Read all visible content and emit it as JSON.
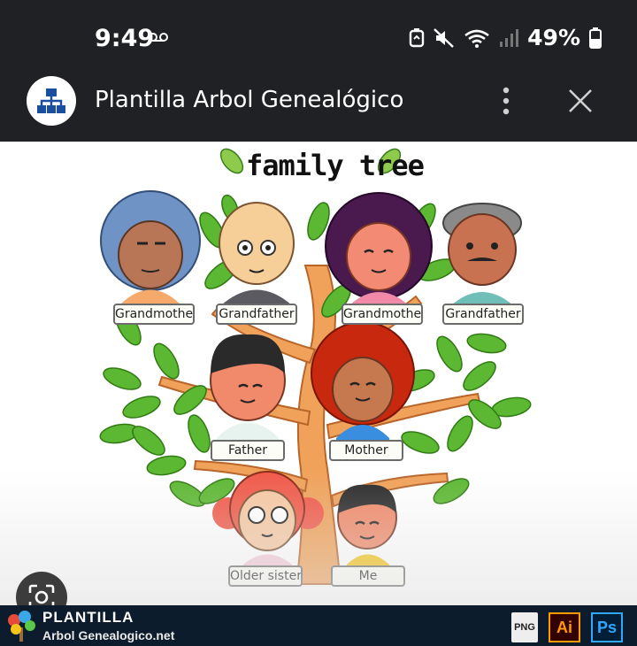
{
  "status_bar": {
    "time": "9:49",
    "battery": "49%"
  },
  "app_bar": {
    "title": "Plantilla Arbol Genealógico"
  },
  "image": {
    "title": "family tree",
    "members": [
      {
        "label": "Grandmother"
      },
      {
        "label": "Grandfather"
      },
      {
        "label": "Grandmother"
      },
      {
        "label": "Grandfather"
      },
      {
        "label": "Father"
      },
      {
        "label": "Mother"
      },
      {
        "label": "Older sister"
      },
      {
        "label": "Me"
      }
    ]
  },
  "banner": {
    "brand": "PLANTILLA",
    "site": "Arbol Genealogico.net",
    "formats": [
      "PNG",
      "Ai",
      "Ps"
    ]
  },
  "colors": {
    "bar_bg": "#202124",
    "leaf": "#5cb832",
    "trunk": "#f0a25a",
    "banner_bg": "#0c1c2c"
  }
}
